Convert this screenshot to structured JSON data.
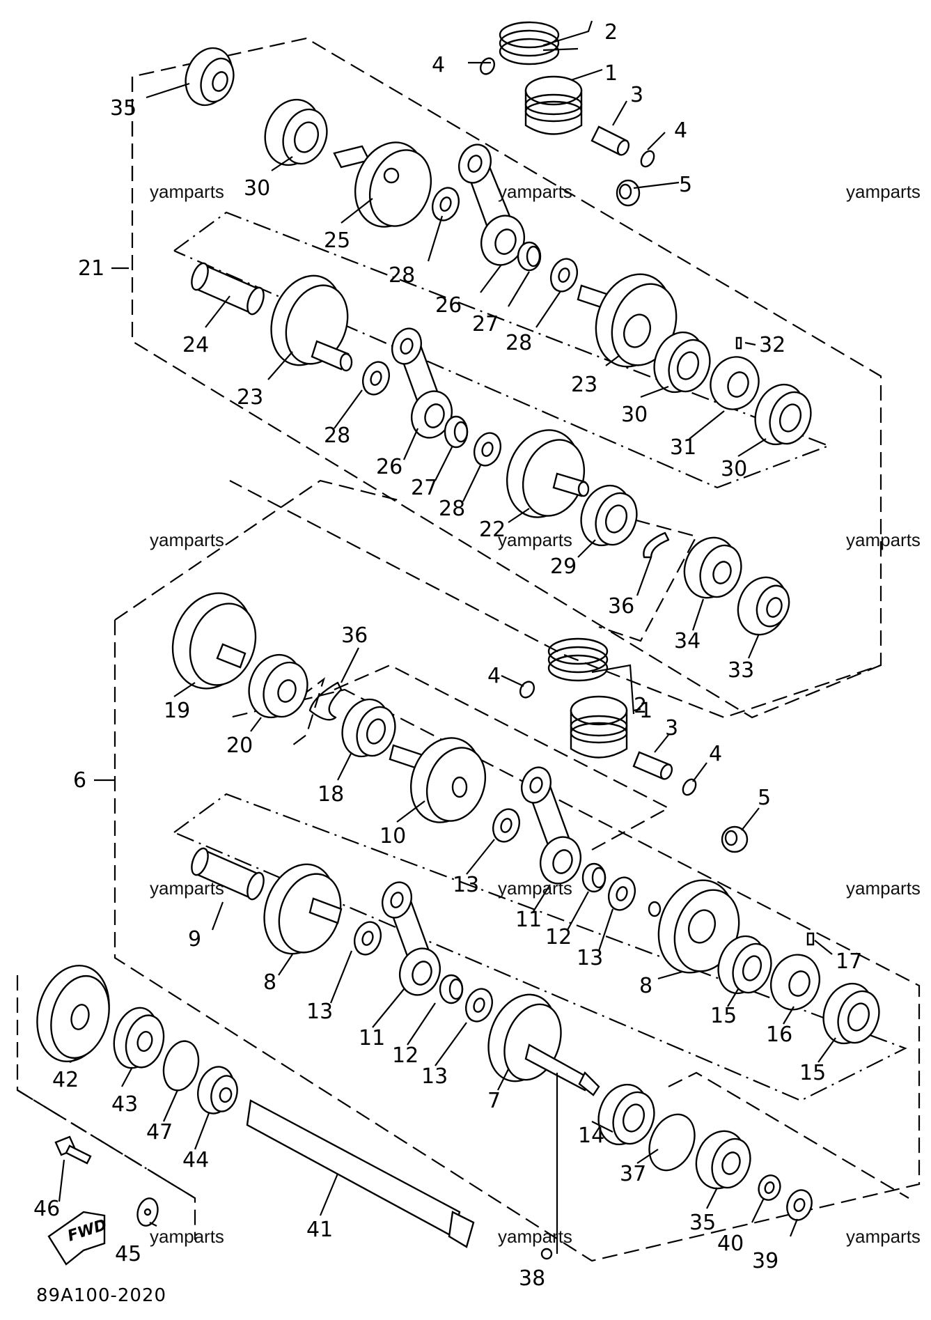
{
  "diagram": {
    "code": "89A100-2020",
    "fwd_label": "FWD",
    "watermark": "yamparts",
    "labels": {
      "l1a": "1",
      "l2a": "2",
      "l3a": "3",
      "l4a": "4",
      "l4b": "4",
      "l5a": "5",
      "l35a": "35",
      "l30a": "30",
      "l25": "25",
      "l28a": "28",
      "l26a": "26",
      "l27a": "27",
      "l28b": "28",
      "l21": "21",
      "l24": "24",
      "l23a": "23",
      "l23b": "23",
      "l32": "32",
      "l30b": "30",
      "l31": "31",
      "l30c": "30",
      "l28c": "28",
      "l26b": "26",
      "l27b": "27",
      "l28d": "28",
      "l22": "22",
      "l29": "29",
      "l36a": "36",
      "l34": "34",
      "l33": "33",
      "l19": "19",
      "l20": "20",
      "l36b": "36",
      "l18": "18",
      "l10": "10",
      "l4c": "4",
      "l2b": "2",
      "l1b": "1",
      "l3b": "3",
      "l4d": "4",
      "l5b": "5",
      "l6": "6",
      "l9": "9",
      "l8a": "8",
      "l13a": "13",
      "l11a": "11",
      "l12a": "12",
      "l13b": "13",
      "l8b": "8",
      "l15a": "15",
      "l17": "17",
      "l16": "16",
      "l15b": "15",
      "l13c": "13",
      "l11b": "11",
      "l12b": "12",
      "l13d": "13",
      "l7": "7",
      "l42": "42",
      "l43": "43",
      "l47": "47",
      "l44": "44",
      "l41": "41",
      "l46": "46",
      "l45": "45",
      "l38": "38",
      "l14": "14",
      "l37": "37",
      "l35b": "35",
      "l40": "40",
      "l39": "39"
    }
  }
}
